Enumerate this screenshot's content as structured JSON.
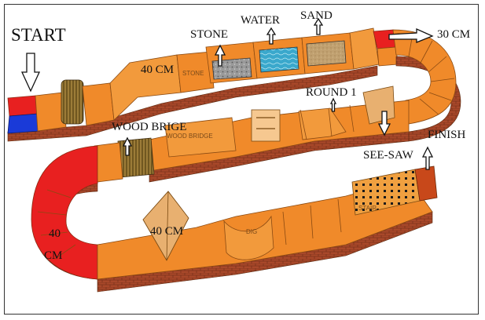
{
  "labels": {
    "start": "START",
    "stone": "STONE",
    "water": "WATER",
    "sand": "SAND",
    "cm30": "30 CM",
    "cm40_top": "40 CM",
    "stone_floor": "STONE",
    "round1": "ROUND 1",
    "wood_brige": "WOOD BRIGE",
    "wood_bridge_floor": "WOOD BRIDGE",
    "see_saw": "SEE-SAW",
    "finish": "FINISH",
    "cm40_left_a": "40",
    "cm40_left_b": "CM",
    "cm40_bottom": "40 CM",
    "dig": "DIG",
    "stair_floor": "STAIR"
  },
  "colors": {
    "orange": "#f08a2a",
    "red": "#e82020",
    "blue": "#1a3ad8",
    "water": "#3aa0c8",
    "stone": "#8a8a8a",
    "sand": "#b89a6a",
    "brick": "#a8482a"
  }
}
